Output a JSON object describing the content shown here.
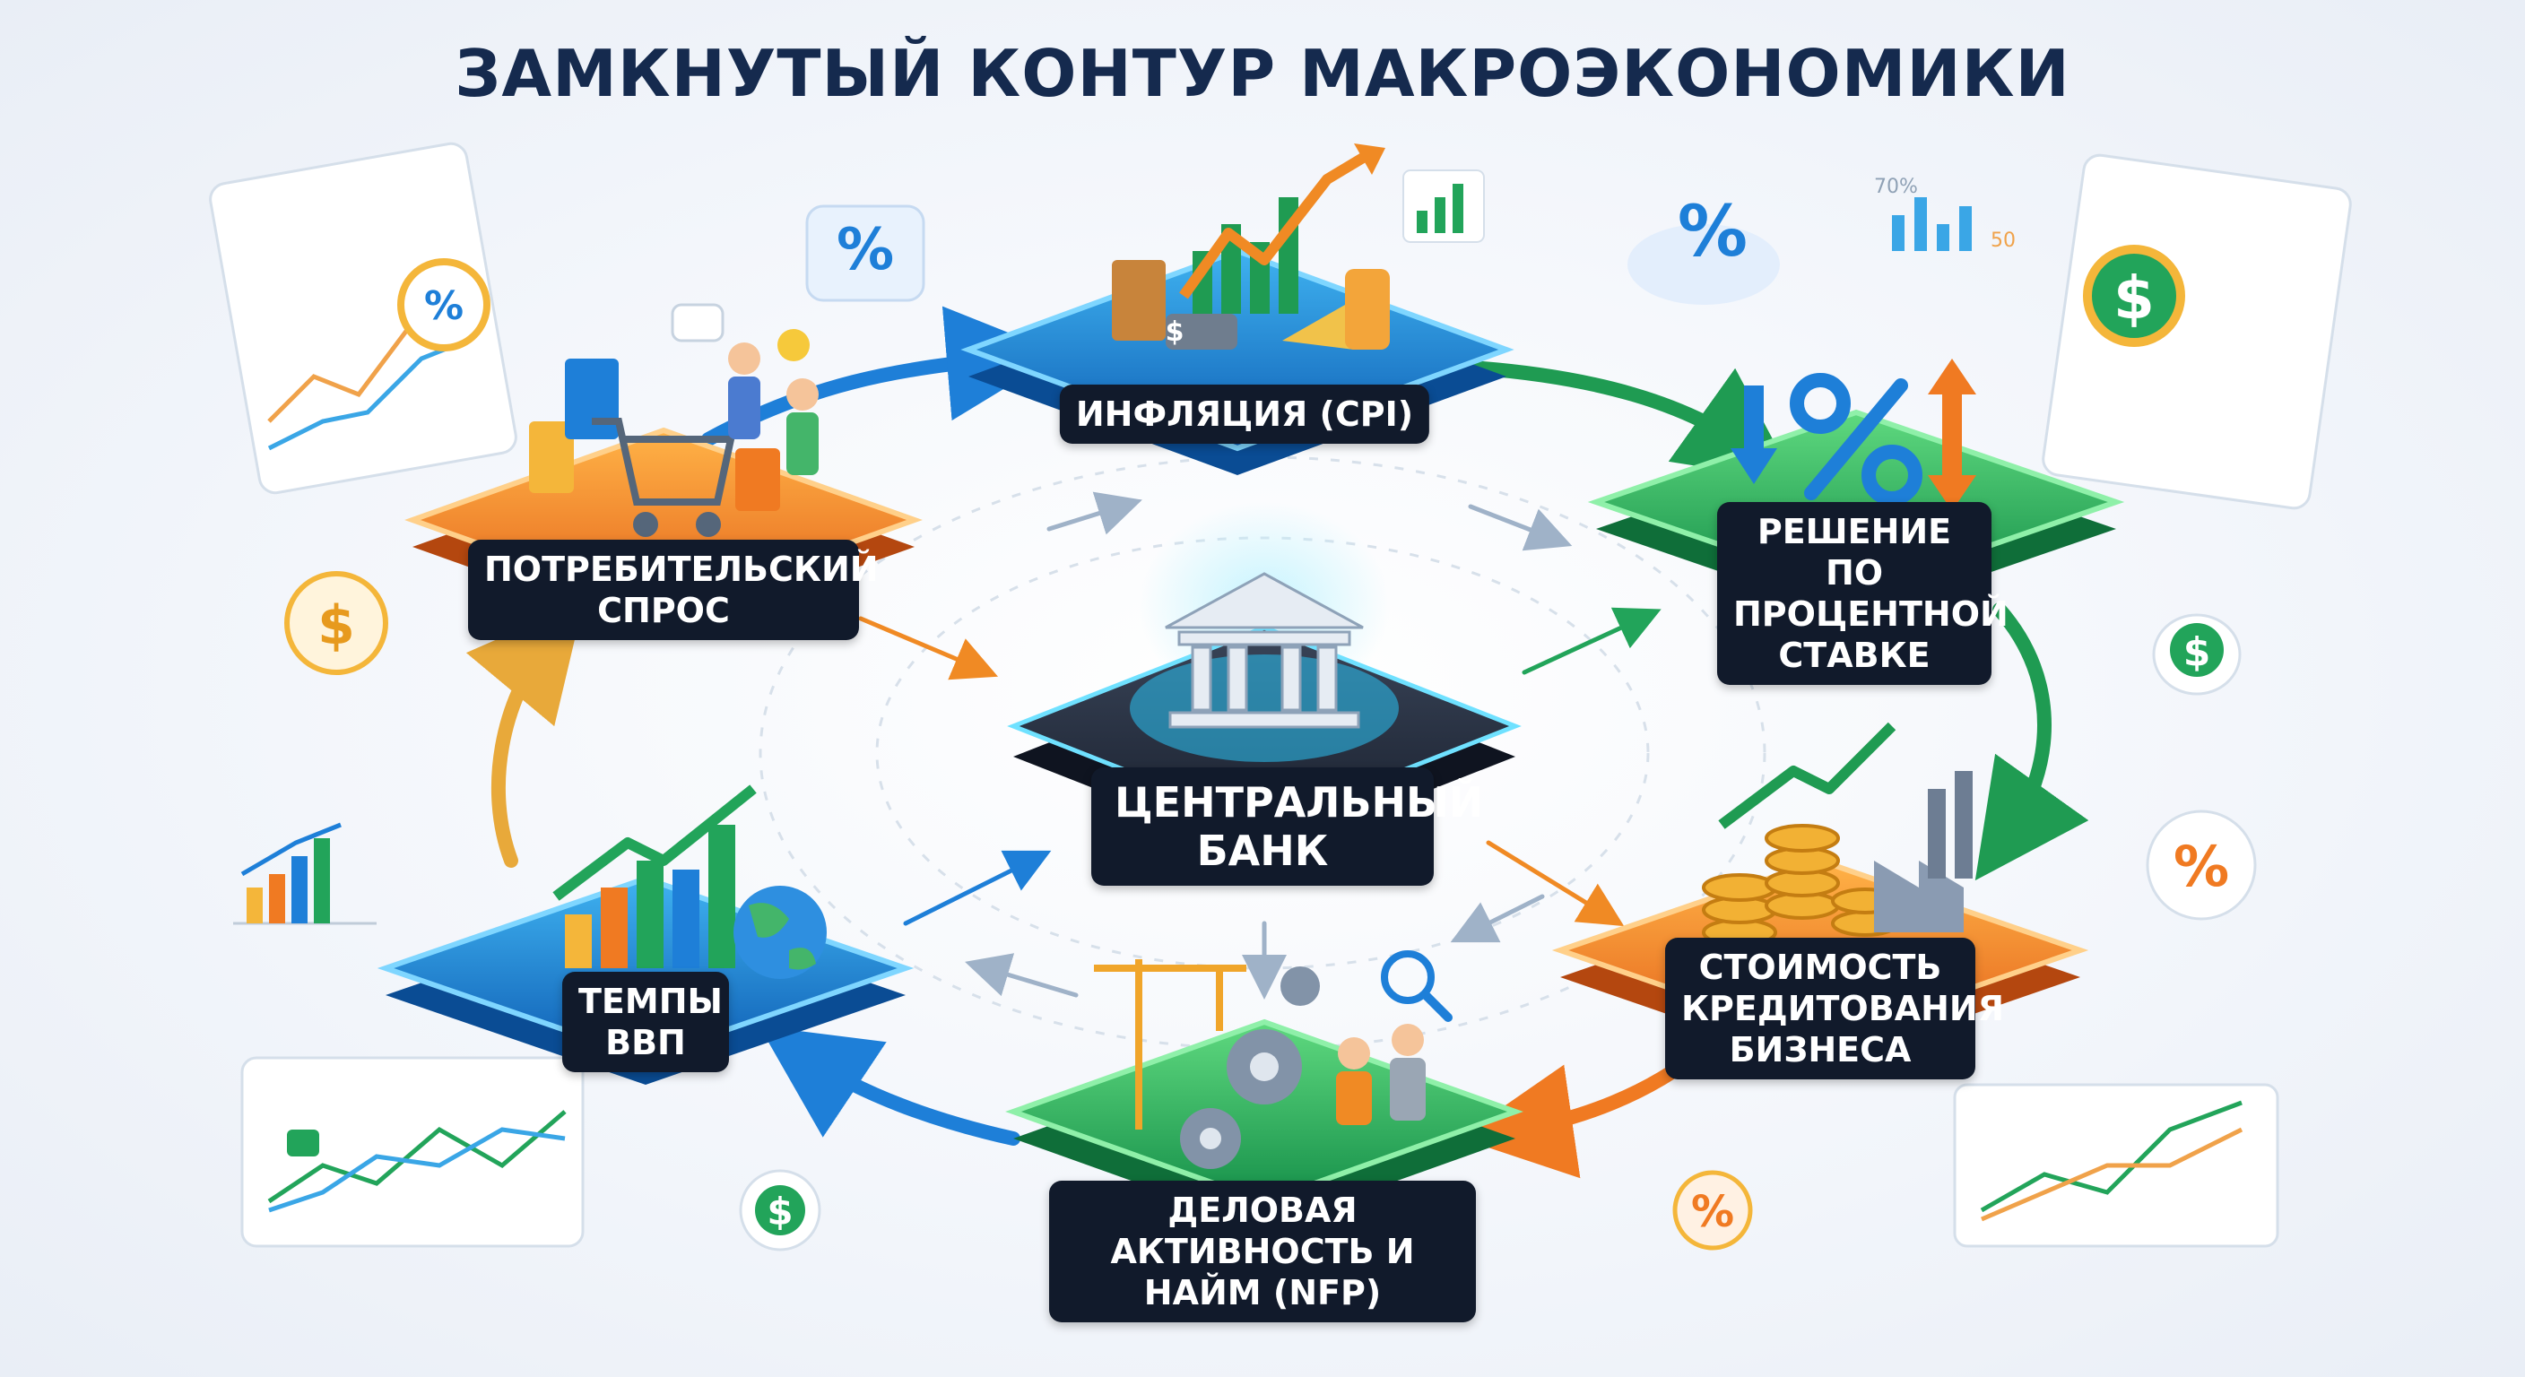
{
  "title": "ЗАМКНУТЫЙ КОНТУР МАКРОЭКОНОМИКИ",
  "nodes": {
    "inflation": "ИНФЛЯЦИЯ (CPI)",
    "rate": "РЕШЕНИЕ ПО ПРОЦЕНТНОЙ СТАВКЕ",
    "credit": "СТОИМОСТЬ КРЕДИТОВАНИЯ БИЗНЕСА",
    "business": "ДЕЛОВАЯ АКТИВНОСТЬ И НАЙМ (NFP)",
    "gdp": "ТЕМПЫ ВВП",
    "demand": "ПОТРЕБИТЕЛЬСКИЙ СПРОС",
    "bank": "ЦЕНТРАЛЬНЫЙ БАНК"
  },
  "decor": {
    "percent": "%",
    "dollar": "$",
    "tick_70": "70%",
    "tick_50": "50"
  },
  "colors": {
    "blue": "#1e7fd8",
    "green": "#22a45a",
    "orange": "#f08a24",
    "yellow": "#f4b63a",
    "navy": "#152a4e"
  }
}
